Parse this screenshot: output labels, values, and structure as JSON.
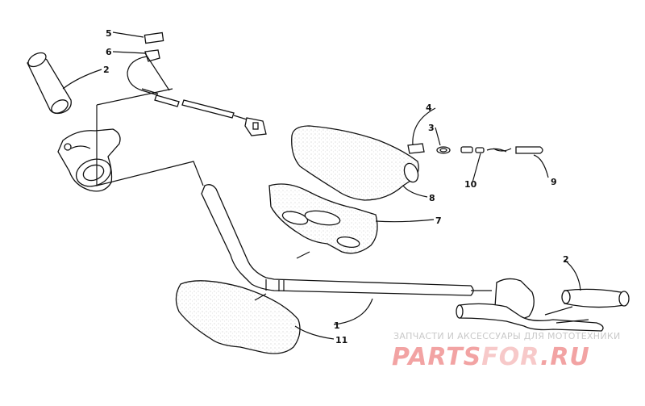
{
  "callouts": {
    "c1": "1",
    "c2a": "2",
    "c2b": "2",
    "c3": "3",
    "c4": "4",
    "c5": "5",
    "c6": "6",
    "c7": "7",
    "c8": "8",
    "c9": "9",
    "c10": "10",
    "c11": "11"
  },
  "watermark": {
    "subtitle": "ЗАПЧАСТИ И АКСЕССУАРЫ ДЛЯ МОТОТЕХНИКИ",
    "brand_a": "PARTS",
    "brand_b": "FOR",
    "brand_c": ".RU",
    "color_main": "#f2a3a3",
    "color_accent": "#f7c9c9"
  }
}
